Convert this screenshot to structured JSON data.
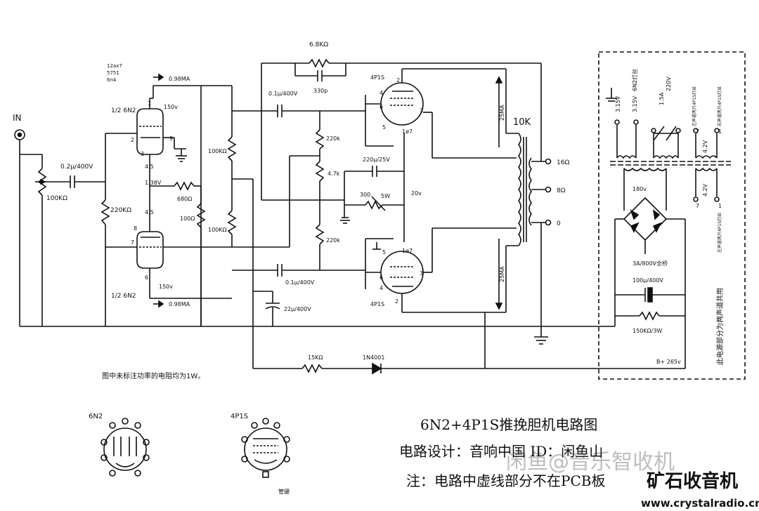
{
  "labels": {
    "input": "IN",
    "tube_types": [
      "12ax7",
      "5751",
      "6n4"
    ],
    "tube_half_top": "1/2 6N2",
    "tube_half_bottom": "1/2 6N2",
    "current_top": "0.98MA",
    "current_bottom": "0.98MA",
    "volt_top": "150v",
    "volt_bottom": "150v",
    "volt_cathode": "1.38V",
    "pin_1": "1",
    "pin_2": "2",
    "pin_3": "3",
    "pin_9": "9",
    "pin_45_top": "4.5",
    "pin_45_bottom": "4.5",
    "pin_8": "8",
    "pin_7": "7",
    "pin_6": "6",
    "cap_input": "0.2μ/400V",
    "pot_input": "100KΩ",
    "r_grid": "220KΩ",
    "r_680": "680Ω",
    "r_100": "100Ω",
    "r_plate_top": "100KΩ",
    "r_plate_bottom": "100KΩ",
    "r_feedback": "6.8KΩ",
    "c_feedback": "330p",
    "cap_couple_top": "0.1μ/400V",
    "cap_couple_bottom": "0.1μ/400V",
    "r_220k_top": "220k",
    "pot_47k": "4.7k",
    "r_220k_bottom": "220k",
    "cap_cathode": "220μ/25V",
    "r_300": "300",
    "r_5w": "5W",
    "volt_20": "20v",
    "cap_22": "22μ/400V",
    "power_tube_top": "4P1S",
    "power_tube_bottom": "4P1S",
    "pwr_pin_2": "2",
    "pwr_pin_4": "4",
    "pwr_pin_6": "6",
    "pwr_pin_3": "3",
    "pwr_pin_5": "5",
    "pwr_pin_1_7": "1ø7",
    "current_25_top": "25MA",
    "current_25_bottom": "25MA",
    "transformer": "10K",
    "tap_16": "16Ω",
    "tap_8": "8Ω",
    "tap_0": "0",
    "r_15k": "15KΩ",
    "diode": "1N4001",
    "note_power": "图中未标注功率的电阻均为1W。",
    "ps_315v_a": "3.15V",
    "ps_315v_b": "3.15V",
    "ps_6n2_fil": "6N2灯丝",
    "ps_fuse": "1.5A",
    "ps_220v": "220V",
    "ps_42v_a": "4.2V",
    "ps_42v_b": "4.2V",
    "ps_left_fil_top": "左声道两只4P1S灯丝",
    "ps_right_fil_top": "右声道两只4P1S灯丝",
    "ps_left_fil_bot": "左声道两只4P1S灯丝",
    "ps_180v": "180v",
    "ps_bridge": "3A/800V全桥",
    "ps_cap": "100μ/400V",
    "ps_bleeder": "150KΩ/3W",
    "ps_bplus": "B+ 265v",
    "ps_shared": "此电源部分为两声道共用",
    "ps_7a": "7",
    "ps_1a": "1",
    "ps_7b": "7",
    "ps_1b": "1",
    "pinout_6n2": "6N2",
    "pinout_4p1s": "4P1S",
    "pinout_key": "管键"
  },
  "title": {
    "main": "6N2+4P1S推挽胆机电路图",
    "design": "电路设计：音响中国 ID：闲鱼山",
    "note": "注：电路中虚线部分不在PCB板"
  },
  "watermark": {
    "text": "闲鱼@音乐智收机",
    "brand": "矿石收音机",
    "url": "www.crystalradio.cn",
    "brand_color": "#1a6fc9",
    "url_color": "#1a6fc9"
  }
}
